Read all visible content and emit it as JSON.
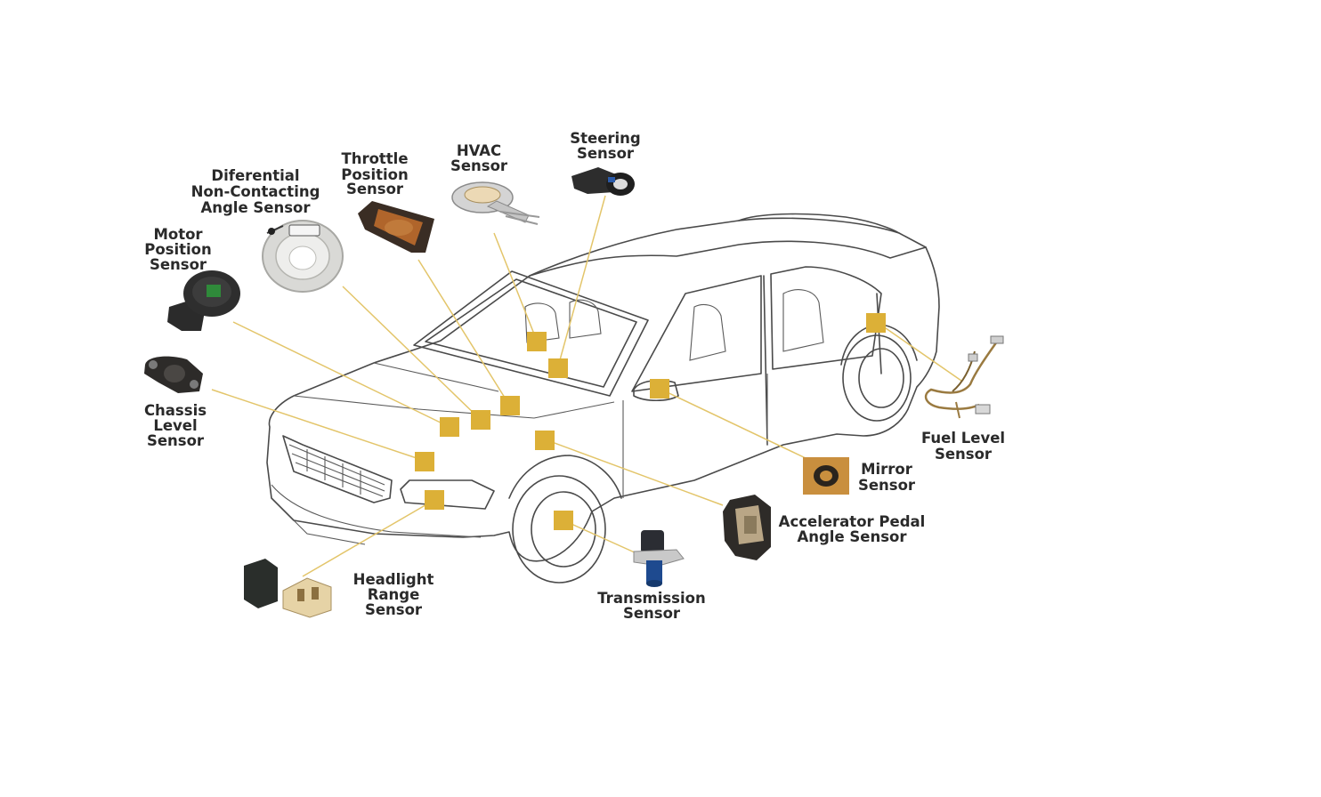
{
  "accent_color": "#dcb037",
  "leader_color": "#e3c56a",
  "labels": {
    "differential": [
      "Diferential",
      "Non-Contacting",
      "Angle Sensor"
    ],
    "throttle": [
      "Throttle",
      "Position",
      "Sensor"
    ],
    "hvac": [
      "HVAC",
      "Sensor"
    ],
    "steering": [
      "Steering",
      "Sensor"
    ],
    "motor": [
      "Motor",
      "Position",
      "Sensor"
    ],
    "chassis": [
      "Chassis",
      "Level",
      "Sensor"
    ],
    "fuel": [
      "Fuel Level",
      "Sensor"
    ],
    "mirror": [
      "Mirror",
      "Sensor"
    ],
    "accelerator": [
      "Accelerator Pedal",
      "Angle Sensor"
    ],
    "headlight": [
      "Headlight",
      "Range",
      "Sensor"
    ],
    "transmission": [
      "Transmission",
      "Sensor"
    ]
  },
  "icons": {
    "differential": "ring-angle-sensor-icon",
    "throttle": "throttle-position-sensor-icon",
    "hvac": "hvac-sensor-icon",
    "steering": "steering-sensor-icon",
    "motor": "motor-position-sensor-icon",
    "chassis": "chassis-level-sensor-icon",
    "fuel": "fuel-level-sensor-icon",
    "mirror": "mirror-sensor-icon",
    "accelerator": "accelerator-pedal-sensor-icon",
    "headlight": "headlight-range-sensor-icon",
    "transmission": "transmission-sensor-icon"
  }
}
